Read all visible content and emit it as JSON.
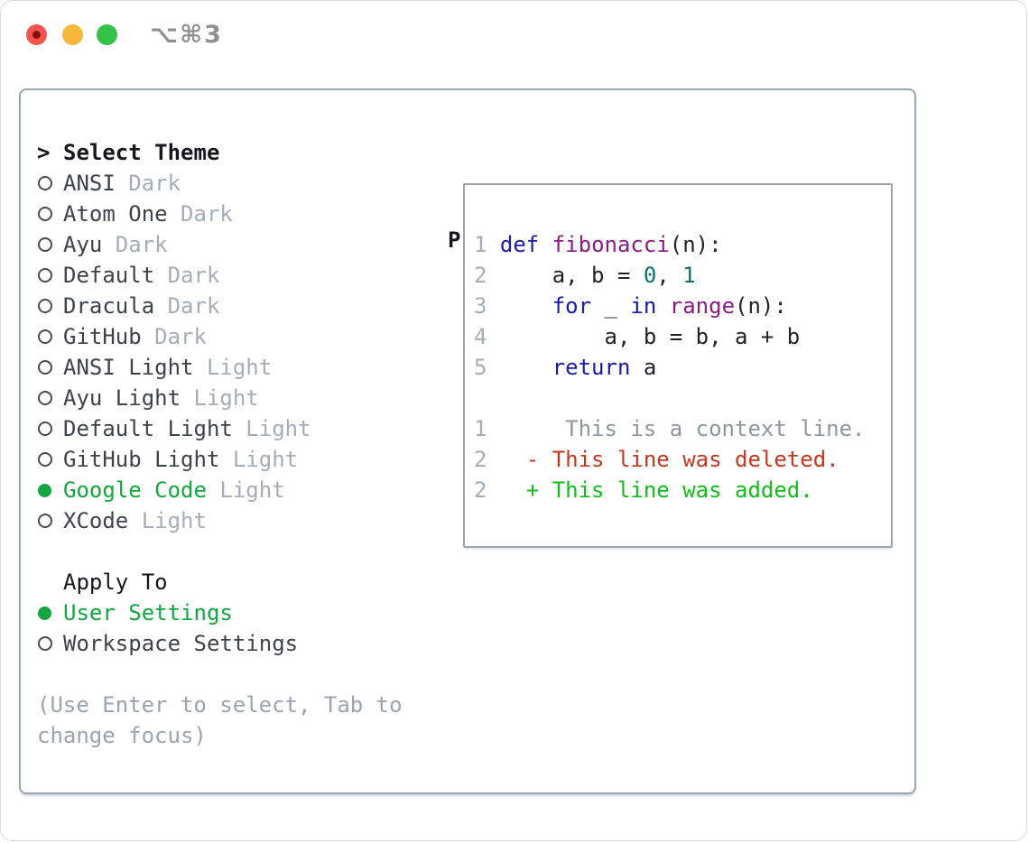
{
  "window": {
    "shortcut_title": "⌥⌘3"
  },
  "colors": {
    "btn_red": "#f4544d",
    "btn_red_dot": "#84120c",
    "btn_yellow": "#f6b83c",
    "btn_green": "#31c247",
    "border": "#9ba4af",
    "ink": "#15181c",
    "item": "#3d434b",
    "muted": "#a4adb8",
    "help": "#9aa4b0",
    "green": "#12a63e",
    "keyword": "#1a1aa8",
    "function": "#8a1d80",
    "literal": "#0e6f6f",
    "plain": "#1f2228",
    "line_number": "#a3adb8",
    "context": "#8e969e",
    "deleted": "#c2391f",
    "added": "#13bd1d"
  },
  "theme_panel": {
    "header": {
      "marker": ">",
      "label": "Select Theme"
    },
    "themes": [
      {
        "name": "ANSI",
        "variant": "Dark",
        "selected": false
      },
      {
        "name": "Atom One",
        "variant": "Dark",
        "selected": false
      },
      {
        "name": "Ayu",
        "variant": "Dark",
        "selected": false
      },
      {
        "name": "Default",
        "variant": "Dark",
        "selected": false
      },
      {
        "name": "Dracula",
        "variant": "Dark",
        "selected": false
      },
      {
        "name": "GitHub",
        "variant": "Dark",
        "selected": false
      },
      {
        "name": "ANSI Light",
        "variant": "Light",
        "selected": false
      },
      {
        "name": "Ayu Light",
        "variant": "Light",
        "selected": false
      },
      {
        "name": "Default Light",
        "variant": "Light",
        "selected": false
      },
      {
        "name": "GitHub Light",
        "variant": "Light",
        "selected": false
      },
      {
        "name": "Google Code",
        "variant": "Light",
        "selected": true
      },
      {
        "name": "XCode",
        "variant": "Light",
        "selected": false
      }
    ],
    "apply_to": {
      "label": "Apply To",
      "options": [
        {
          "name": "User Settings",
          "selected": true
        },
        {
          "name": "Workspace Settings",
          "selected": false
        }
      ]
    },
    "help_lines": [
      "(Use Enter to select, Tab to",
      "change focus)"
    ]
  },
  "preview": {
    "title": "Preview",
    "code_lines": [
      {
        "num": "1",
        "segments": [
          {
            "text": "def",
            "style": "kw"
          },
          {
            "text": " ",
            "style": "plain"
          },
          {
            "text": "fibonacci",
            "style": "fn"
          },
          {
            "text": "(n):",
            "style": "plain"
          }
        ]
      },
      {
        "num": "2",
        "segments": [
          {
            "text": "    a, b = ",
            "style": "plain"
          },
          {
            "text": "0",
            "style": "lit"
          },
          {
            "text": ", ",
            "style": "plain"
          },
          {
            "text": "1",
            "style": "lit"
          }
        ]
      },
      {
        "num": "3",
        "segments": [
          {
            "text": "    ",
            "style": "plain"
          },
          {
            "text": "for",
            "style": "kw"
          },
          {
            "text": " _ ",
            "style": "plain"
          },
          {
            "text": "in",
            "style": "kw"
          },
          {
            "text": " ",
            "style": "plain"
          },
          {
            "text": "range",
            "style": "fn"
          },
          {
            "text": "(n):",
            "style": "plain"
          }
        ]
      },
      {
        "num": "4",
        "segments": [
          {
            "text": "        a, b = b, a + b",
            "style": "plain"
          }
        ]
      },
      {
        "num": "5",
        "segments": [
          {
            "text": "    ",
            "style": "plain"
          },
          {
            "text": "return",
            "style": "kw"
          },
          {
            "text": " a",
            "style": "plain"
          }
        ]
      }
    ],
    "diff_lines": [
      {
        "num": "1",
        "segments": [
          {
            "text": "     This is a context line.",
            "style": "ctx"
          }
        ]
      },
      {
        "num": "2",
        "segments": [
          {
            "text": "  - This line was deleted.",
            "style": "del"
          }
        ]
      },
      {
        "num": "2",
        "segments": [
          {
            "text": "  + This line was added.",
            "style": "add"
          }
        ]
      }
    ]
  }
}
